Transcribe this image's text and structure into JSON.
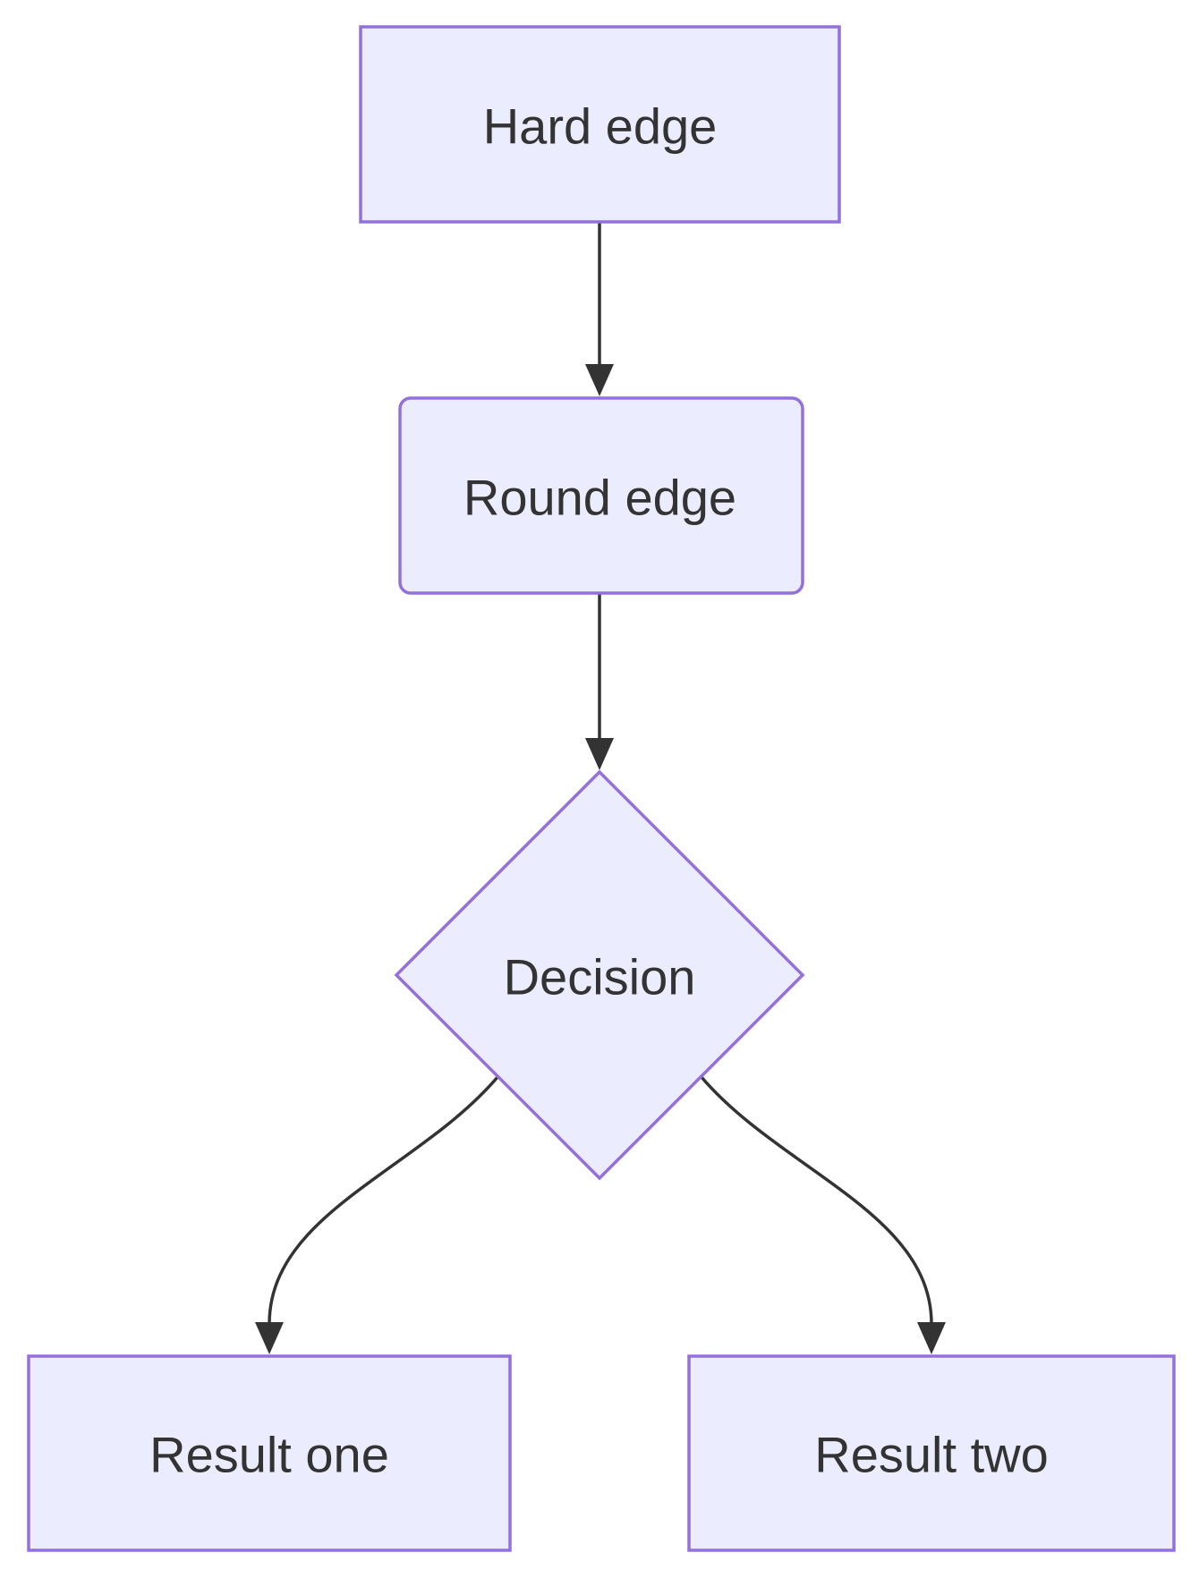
{
  "diagram": {
    "type": "flowchart",
    "direction": "top-down",
    "nodes": [
      {
        "id": "A",
        "label": "Hard edge",
        "shape": "rectangle"
      },
      {
        "id": "B",
        "label": "Round edge",
        "shape": "rounded-rectangle"
      },
      {
        "id": "C",
        "label": "Decision",
        "shape": "diamond"
      },
      {
        "id": "D",
        "label": "Result one",
        "shape": "rectangle"
      },
      {
        "id": "E",
        "label": "Result two",
        "shape": "rectangle"
      }
    ],
    "edges": [
      {
        "from": "A",
        "to": "B",
        "style": "arrow"
      },
      {
        "from": "B",
        "to": "C",
        "style": "arrow"
      },
      {
        "from": "C",
        "to": "D",
        "style": "arrow"
      },
      {
        "from": "C",
        "to": "E",
        "style": "arrow"
      }
    ],
    "colors": {
      "node_fill": "#ECECFF",
      "node_border": "#9370DB",
      "edge": "#333333",
      "text": "#333333",
      "background": "#FFFFFF"
    }
  }
}
